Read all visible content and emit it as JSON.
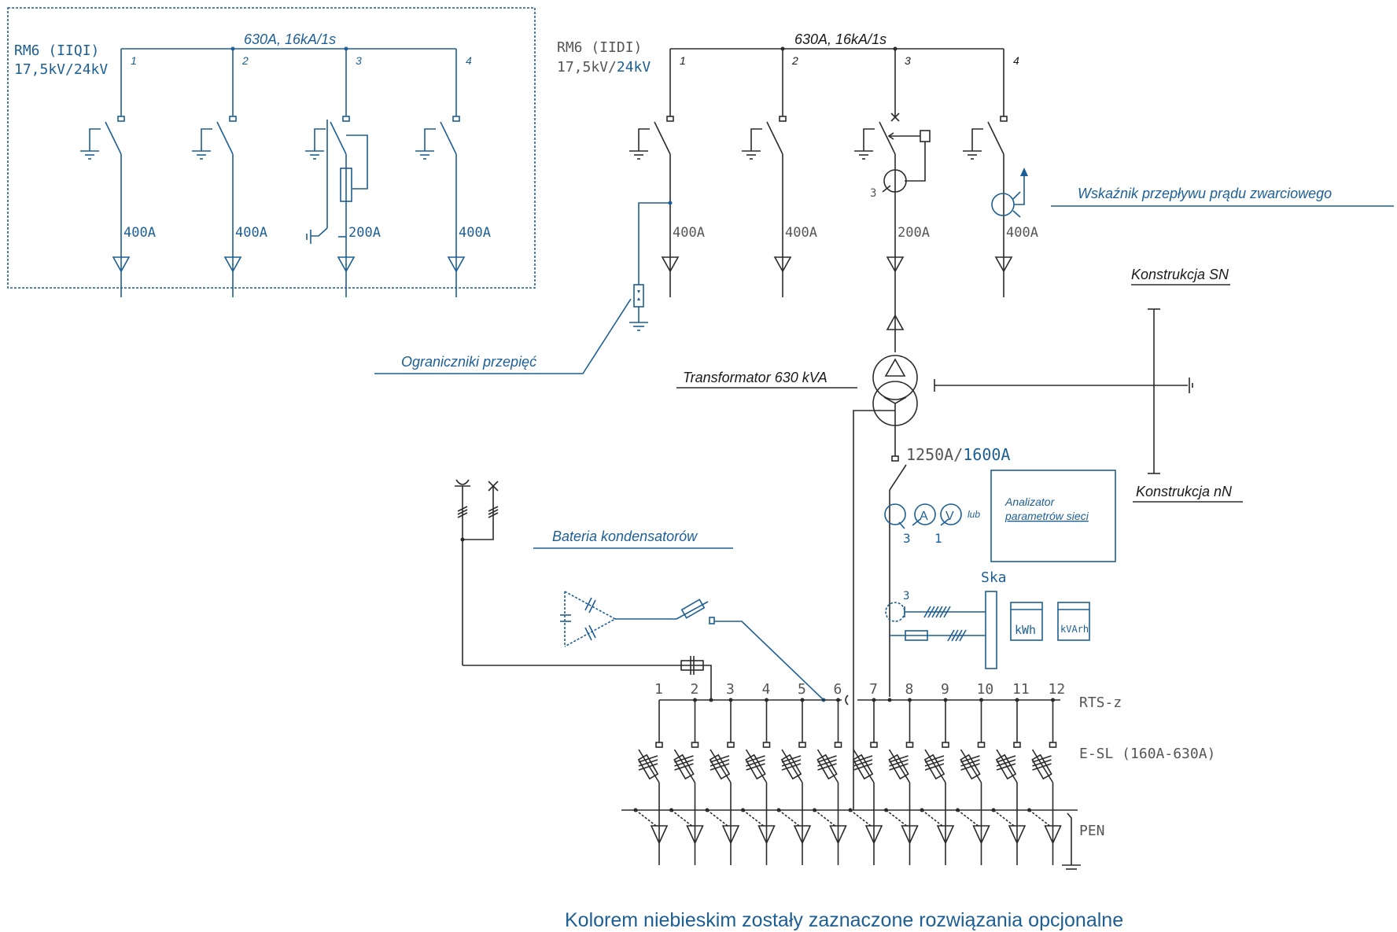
{
  "left_panel": {
    "title": "RM6 (IIQI)",
    "voltage": "17,5kV/24kV",
    "busbar_rating": "630A, 16kA/1s",
    "feeders": [
      {
        "number": "1",
        "rating": "400A"
      },
      {
        "number": "2",
        "rating": "400A"
      },
      {
        "number": "3",
        "rating": "200A"
      },
      {
        "number": "4",
        "rating": "400A"
      }
    ]
  },
  "right_panel": {
    "title": "RM6 (IIDI)",
    "voltage_base": "17,5kV/",
    "voltage_optional": "24kV",
    "busbar_rating": "630A, 16kA/1s",
    "feeders": [
      {
        "number": "1",
        "rating": "400A"
      },
      {
        "number": "2",
        "rating": "400A"
      },
      {
        "number": "3",
        "rating": "200A"
      },
      {
        "number": "4",
        "rating": "400A"
      }
    ],
    "ct_count": "3"
  },
  "labels": {
    "fault_indicator": "Wskaźnik przepływu prądu zwarciowego",
    "surge_arresters": "Ograniczniki przepięć",
    "transformer": "Transformator  630 kVA",
    "construction_mv": "Konstrukcja SN",
    "construction_lv": "Konstrukcja nN",
    "capacitor_bank": "Bateria kondensatorów",
    "analyzer_line1": "Analizator",
    "analyzer_line2": "parametrów sieci",
    "or": "lub",
    "main_rating_base": "1250A/",
    "main_rating_optional": "1600A",
    "meter_ct_count": "3",
    "meter_ammeter": "A",
    "meter_voltmeter": "V",
    "meter_v_count": "1",
    "ska": "Ska",
    "ska_ct": "3",
    "kwh": "kWh",
    "kvarh": "kVArh",
    "rts": "RTS-z",
    "esl": "E-SL (160A-630A)",
    "pen": "PEN",
    "footer": "Kolorem niebieskim zostały zaznaczone rozwiązania opcjonalne"
  },
  "lv_feeders": [
    "1",
    "2",
    "3",
    "4",
    "5",
    "6",
    "7",
    "8",
    "9",
    "10",
    "11",
    "12"
  ],
  "colors": {
    "optional": "#1d5f94",
    "standard": "#2b2b2b"
  }
}
